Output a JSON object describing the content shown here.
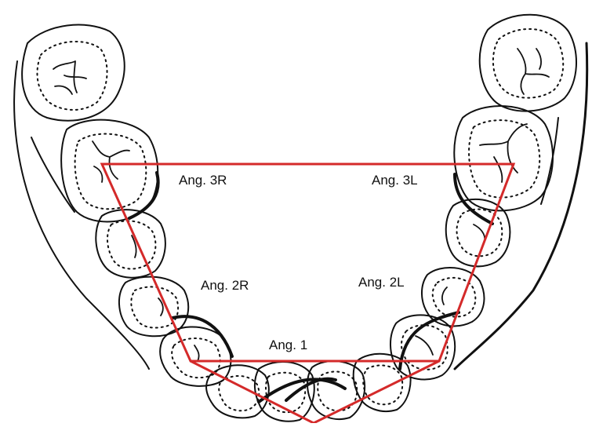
{
  "labels": {
    "ang_3r": "Ang. 3R",
    "ang_3l": "Ang. 3L",
    "ang_2r": "Ang. 2R",
    "ang_2l": "Ang. 2L",
    "ang_1": "Ang. 1"
  },
  "colors": {
    "outline": "#111111",
    "polygon": "#d42a2a",
    "background": "#ffffff"
  }
}
